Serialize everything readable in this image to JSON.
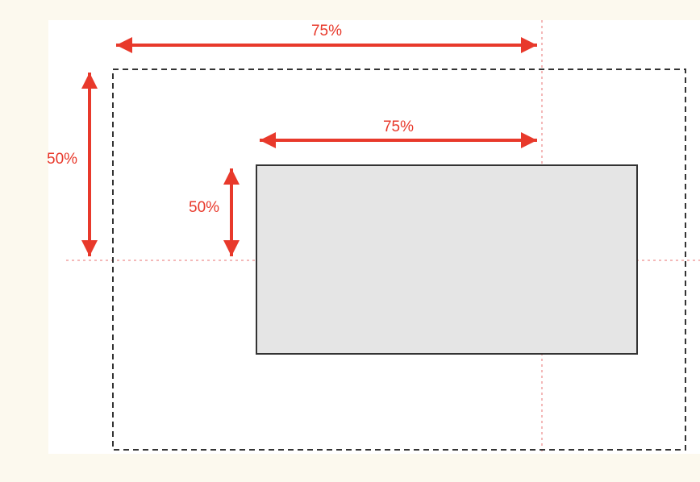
{
  "diagram": {
    "outer_horizontal_label": "75%",
    "outer_vertical_label": "50%",
    "inner_horizontal_label": "75%",
    "inner_vertical_label": "50%"
  },
  "colors": {
    "page_background": "#fcf9ee",
    "panel_background": "#ffffff",
    "annotation_red": "#e8392b",
    "guide_pink": "#f0a0a0",
    "box_fill": "#e5e5e5",
    "box_stroke": "#333333",
    "dashed_border": "#333333"
  }
}
